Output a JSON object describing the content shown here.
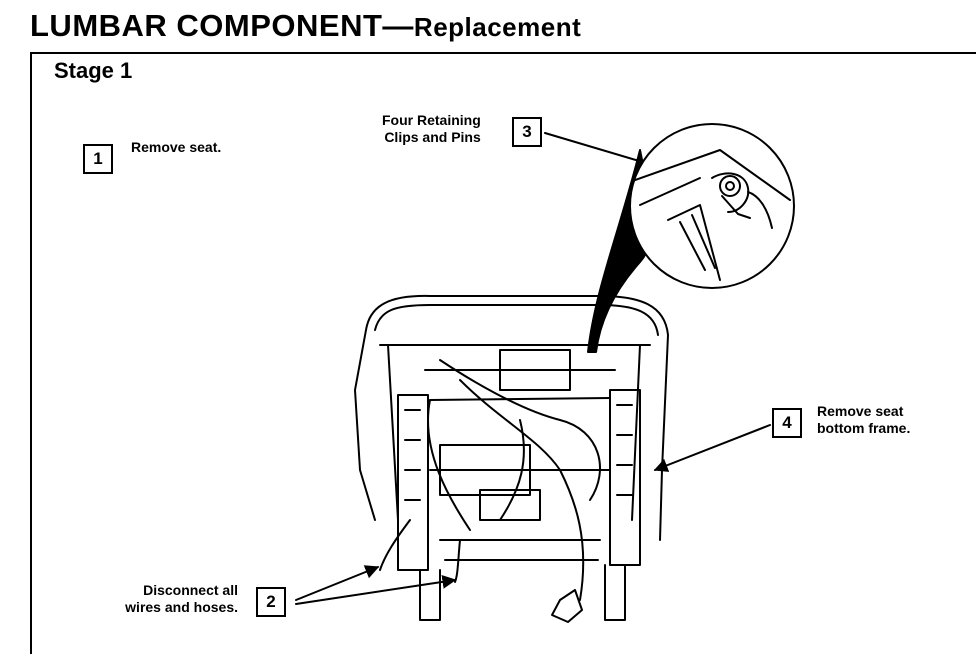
{
  "title": {
    "main": "LUMBAR COMPONENT",
    "dash": "—",
    "sub": "Replacement"
  },
  "stage": "Stage 1",
  "steps": [
    {
      "num": "1",
      "lines": [
        "Remove seat."
      ]
    },
    {
      "num": "2",
      "lines": [
        "Disconnect all",
        "wires and hoses."
      ]
    },
    {
      "num": "3",
      "lines": [
        "Four Retaining",
        "Clips and Pins"
      ]
    },
    {
      "num": "4",
      "lines": [
        "Remove seat",
        "bottom frame."
      ]
    }
  ]
}
